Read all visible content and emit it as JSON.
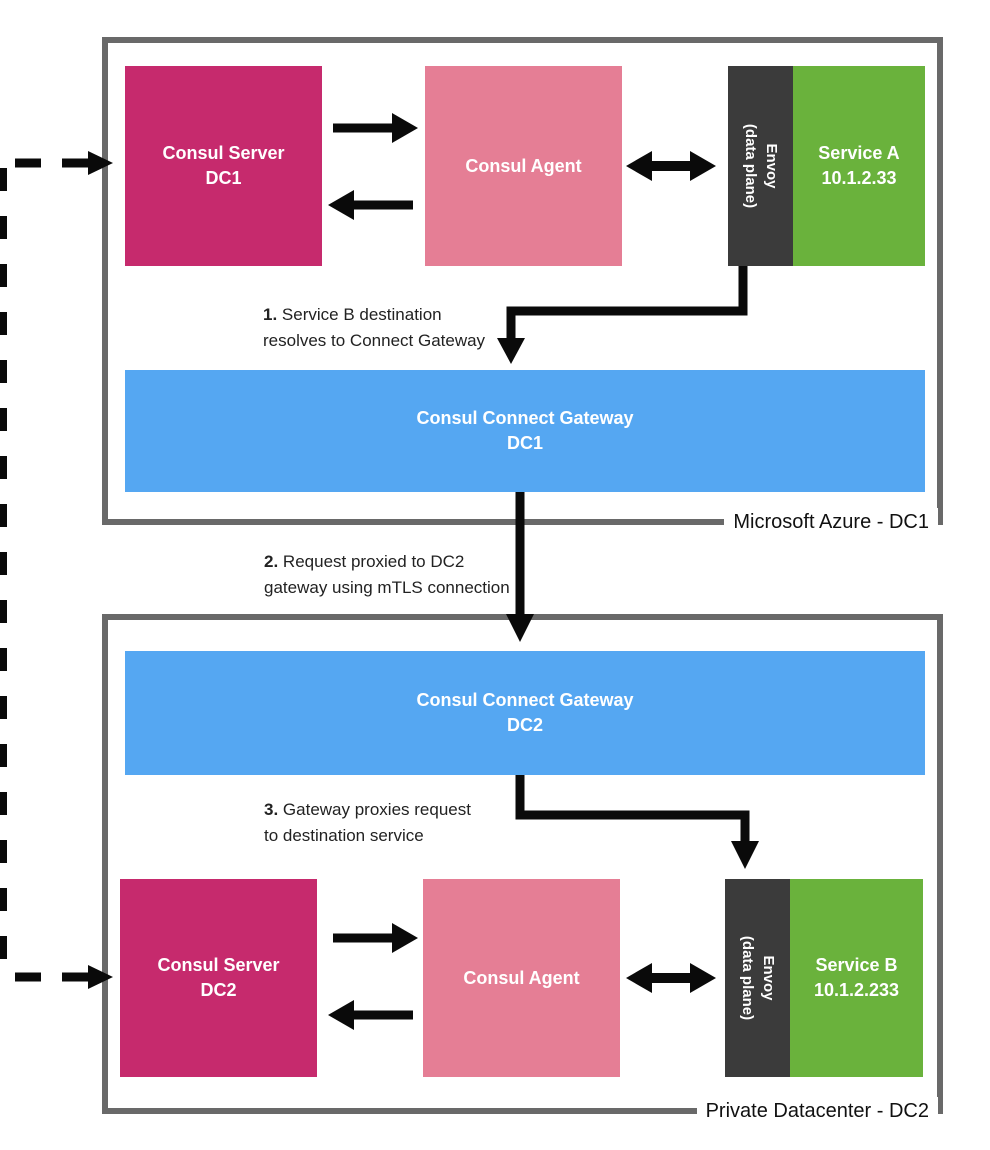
{
  "colors": {
    "magenta": "#c62a6d",
    "pink": "#e57e95",
    "green": "#6ab23c",
    "blue": "#55a7f2",
    "envoy_dark": "#3b3b3b",
    "border_gray": "#696969",
    "arrow_black": "#0a0a0a",
    "text_dark": "#222222"
  },
  "dc1": {
    "region_label": "Microsoft Azure - DC1",
    "server": {
      "name": "Consul Server",
      "dc": "DC1"
    },
    "agent": {
      "name": "Consul Agent"
    },
    "envoy": {
      "name": "Envoy",
      "sub": "(data plane)"
    },
    "service": {
      "name": "Service A",
      "ip": "10.1.2.33"
    },
    "gateway": {
      "name": "Consul Connect Gateway",
      "dc": "DC1"
    }
  },
  "dc2": {
    "region_label": "Private Datacenter - DC2",
    "gateway": {
      "name": "Consul Connect Gateway",
      "dc": "DC2"
    },
    "server": {
      "name": "Consul Server",
      "dc": "DC2"
    },
    "agent": {
      "name": "Consul Agent"
    },
    "envoy": {
      "name": "Envoy",
      "sub": "(data plane)"
    },
    "service": {
      "name": "Service B",
      "ip": "10.1.2.233"
    }
  },
  "annotations": {
    "step1": {
      "num": "1.",
      "line1": "Service B destination",
      "line2": "resolves to Connect Gateway"
    },
    "step2": {
      "num": "2.",
      "line1": "Request proxied to DC2",
      "line2": "gateway using mTLS connection"
    },
    "step3": {
      "num": "3.",
      "line1": "Gateway proxies request",
      "line2": "to destination service"
    }
  }
}
